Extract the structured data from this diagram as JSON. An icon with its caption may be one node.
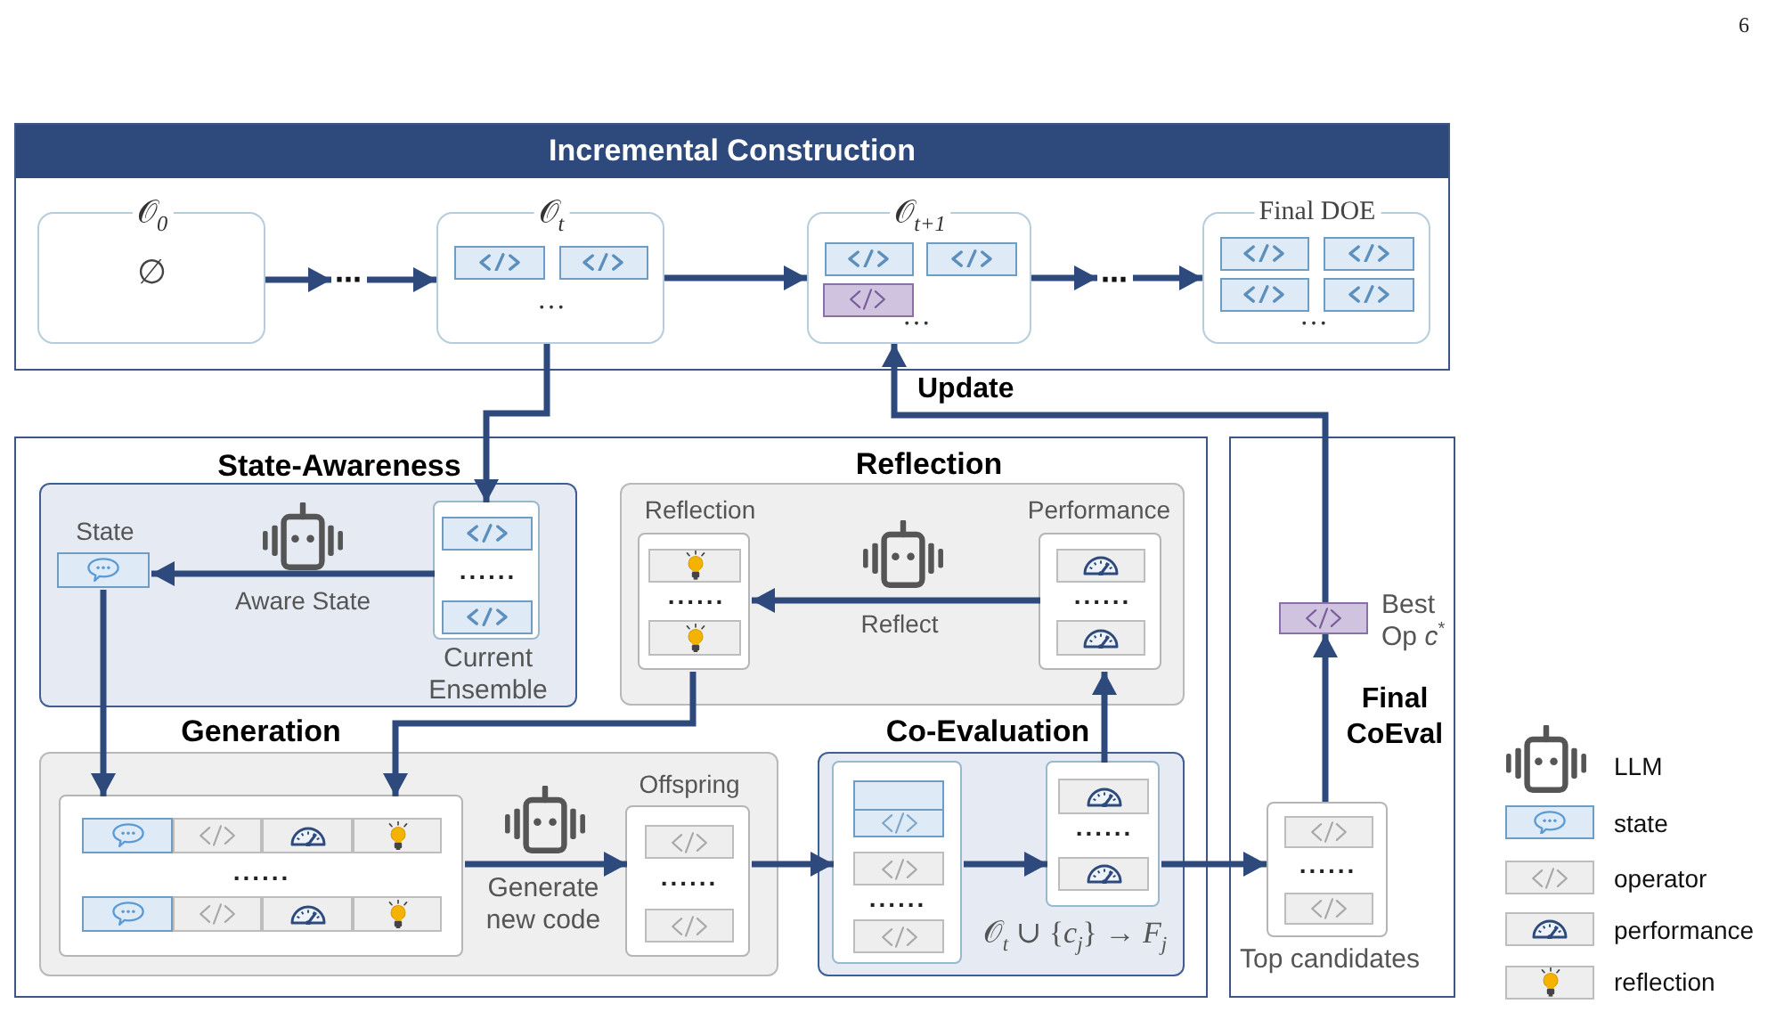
{
  "diagram": {
    "nodes": [
      {
        "text": [
          "Incremental Construction"
        ]
      },
      {
        "text": [
          "𝒪$_{0}$",
          "∅"
        ],
        "in": 0
      },
      {
        "text": [
          "⋯"
        ],
        "in": 0
      },
      {
        "text": [
          "𝒪$_{t}$",
          "…"
        ],
        "in": 0
      },
      {
        "text": [
          "𝒪$_{t+1}$",
          "…"
        ],
        "in": 0
      },
      {
        "text": [
          "⋯"
        ],
        "in": 0
      },
      {
        "text": [
          "Final DOE",
          "…"
        ],
        "in": 0
      },
      {
        "text": [],
        "shape": "box"
      },
      {
        "text": [
          "State-Awareness"
        ],
        "in": 7
      },
      {
        "text": [
          "State"
        ],
        "in": 8
      },
      {
        "text": [
          "......"
        ],
        "beside": [
          "Current Ensemble"
        ],
        "in": 8
      },
      {
        "text": [
          "Reflection"
        ],
        "in": 7
      },
      {
        "text": [
          "Reflection",
          "......"
        ],
        "in": 11
      },
      {
        "text": [
          "Performance",
          "......"
        ],
        "in": 11
      },
      {
        "text": [
          "Generation"
        ],
        "in": 7
      },
      {
        "text": [
          "......"
        ],
        "in": 14
      },
      {
        "text": [
          "Offspring",
          "......"
        ],
        "in": 14
      },
      {
        "text": [
          "Co-Evaluation",
          "𝒪$_{t}$ ∪ {*c*$_{j}$} → *F*$_{j}$"
        ],
        "in": 7
      },
      {
        "text": [
          "......"
        ],
        "in": 17
      },
      {
        "text": [
          "......"
        ],
        "in": 17
      },
      {
        "text": [
          "Final CoEval"
        ]
      },
      {
        "text": [],
        "shape": "box",
        "beside": [
          "Best Op *c*$^{*}$"
        ],
        "in": 20
      },
      {
        "text": [
          "......"
        ],
        "beside": [
          "Top candidates"
        ],
        "in": 20
      }
    ],
    "edges": [
      {
        "from": 1,
        "to": 2,
        "arrow": "to"
      },
      {
        "from": 2,
        "to": 3,
        "arrow": "to"
      },
      {
        "from": 3,
        "to": 4,
        "arrow": "to"
      },
      {
        "from": 4,
        "to": 5,
        "arrow": "to"
      },
      {
        "from": 5,
        "to": 6,
        "arrow": "to"
      },
      {
        "from": 3,
        "to": 10,
        "arrow": "to"
      },
      {
        "from": 10,
        "to": 9,
        "arrow": "to",
        "label": "Aware State"
      },
      {
        "from": 9,
        "to": 15,
        "arrow": "to"
      },
      {
        "from": 13,
        "to": 12,
        "arrow": "to",
        "label": "Reflect"
      },
      {
        "from": 12,
        "to": 15,
        "arrow": "to"
      },
      {
        "from": 15,
        "to": 16,
        "arrow": "to",
        "label": "Generate new code"
      },
      {
        "from": 16,
        "to": 18,
        "arrow": "to"
      },
      {
        "from": 18,
        "to": 19,
        "arrow": "to"
      },
      {
        "from": 19,
        "to": 13,
        "arrow": "to"
      },
      {
        "from": 19,
        "to": 22,
        "arrow": "to"
      },
      {
        "from": 22,
        "to": 21,
        "arrow": "to"
      },
      {
        "from": 21,
        "to": 4,
        "arrow": "to",
        "label": "Update"
      }
    ],
    "labels": [
      "6"
    ],
    "legend": [
      {
        "text": "LLM"
      },
      {
        "text": "state"
      },
      {
        "text": "operator"
      },
      {
        "text": "performance"
      },
      {
        "text": "reflection"
      }
    ]
  }
}
